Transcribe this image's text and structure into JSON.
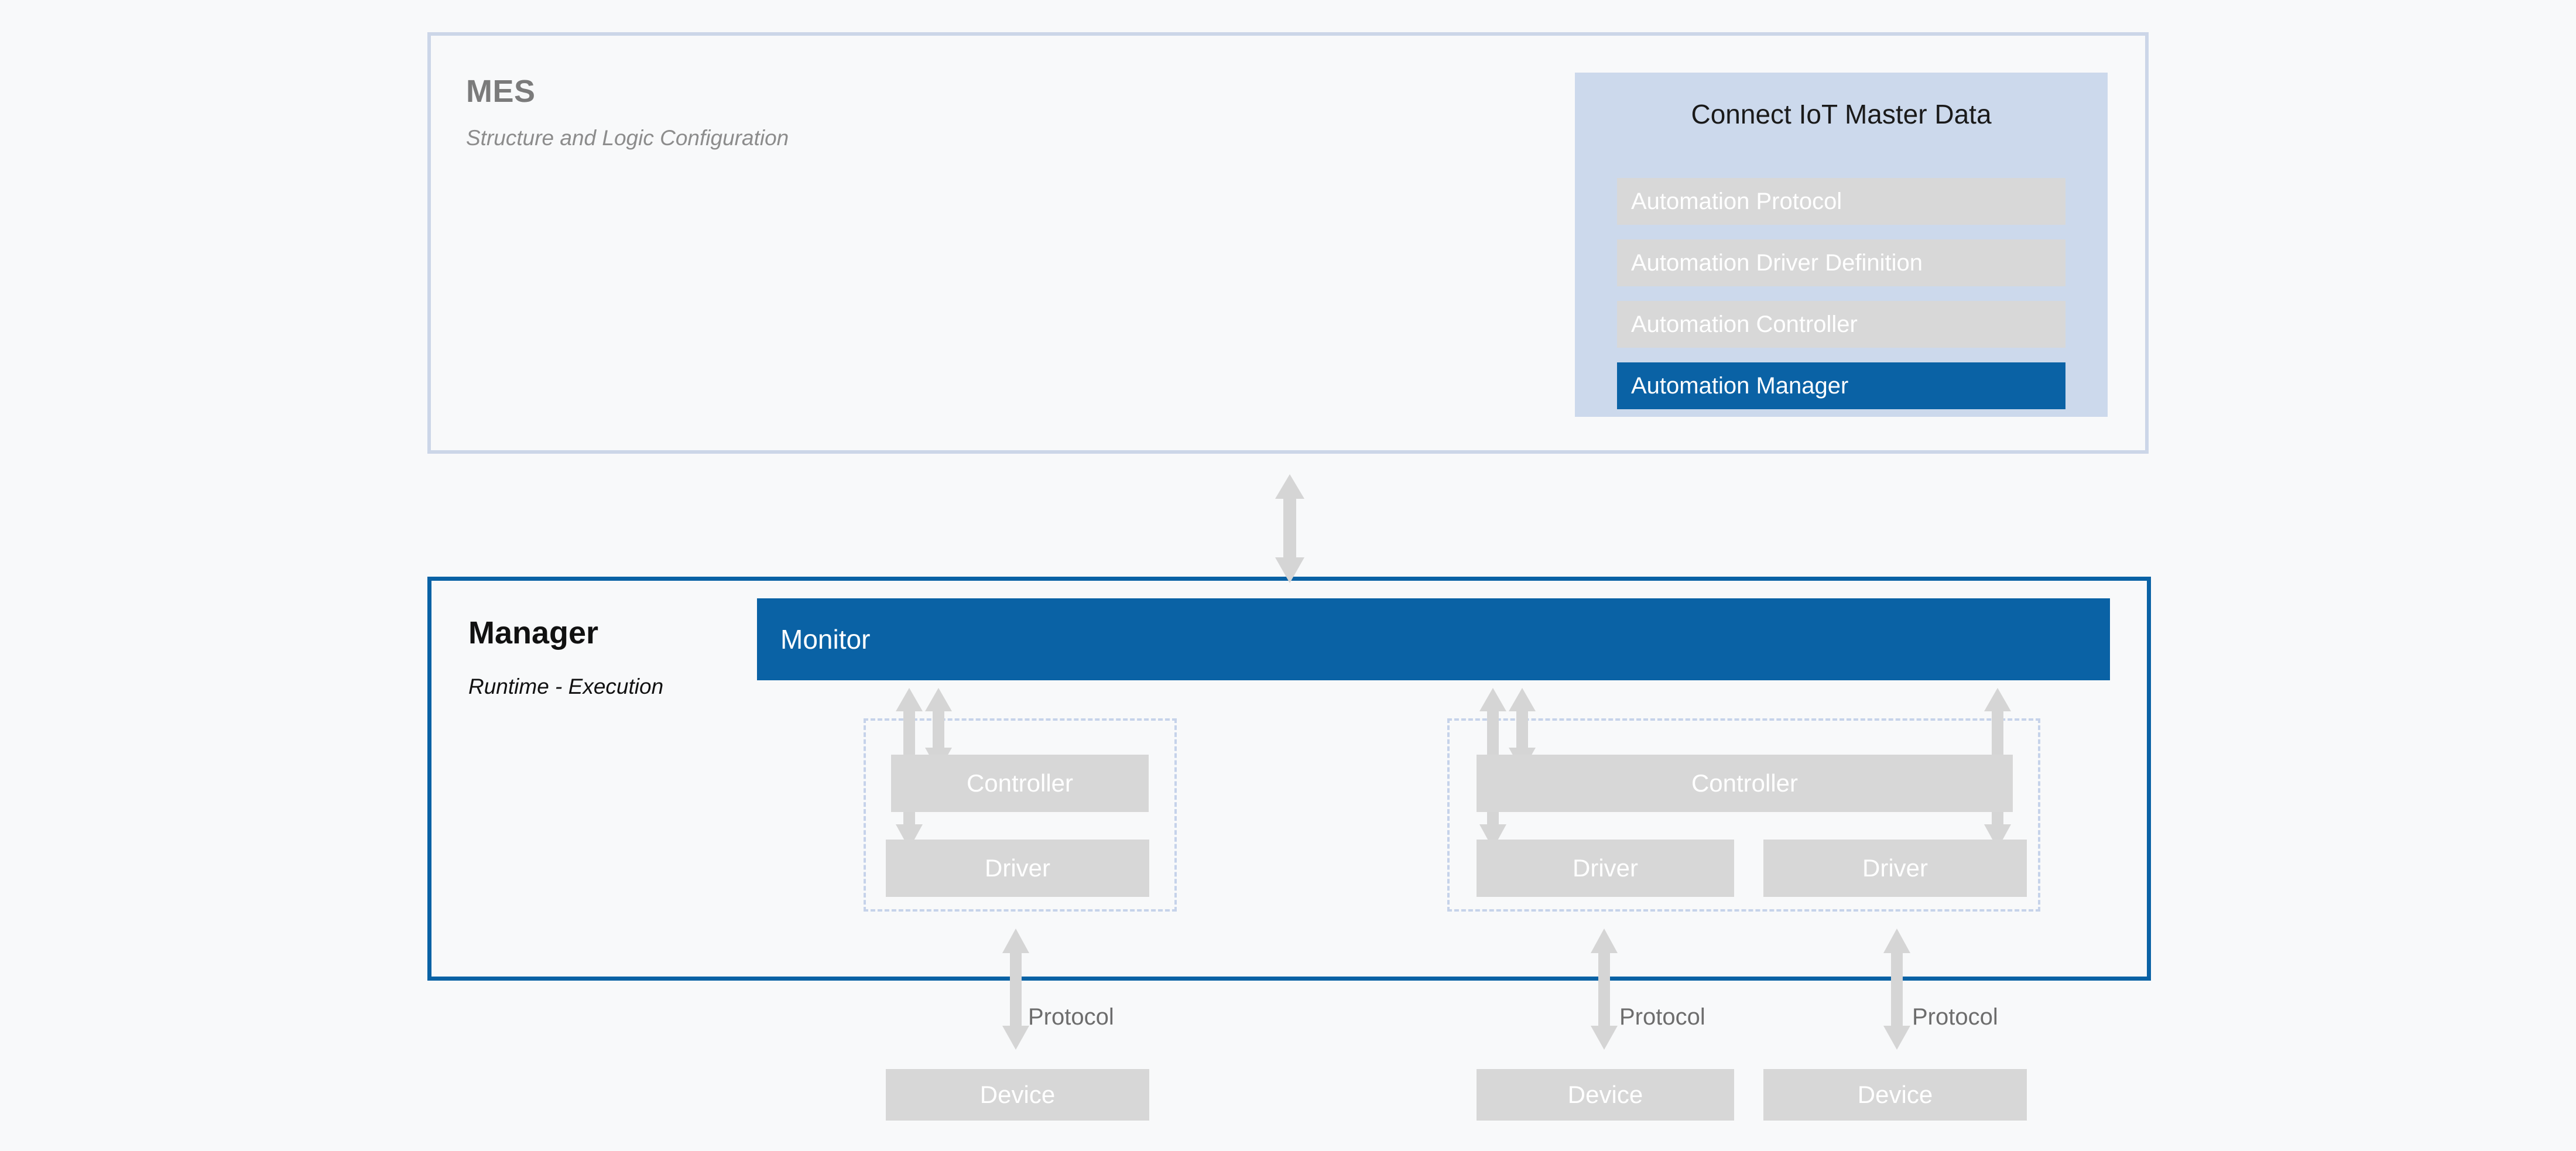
{
  "mes": {
    "title": "MES",
    "subtitle": "Structure and Logic Configuration"
  },
  "connect_iot": {
    "title": "Connect IoT Master Data",
    "items": [
      {
        "label": "Automation Protocol",
        "state": "inactive"
      },
      {
        "label": "Automation Driver Definition",
        "state": "inactive"
      },
      {
        "label": "Automation Controller",
        "state": "inactive"
      },
      {
        "label": "Automation Manager",
        "state": "active"
      }
    ]
  },
  "manager": {
    "title": "Manager",
    "subtitle": "Runtime - Execution",
    "monitor_label": "Monitor",
    "groups": [
      {
        "controller_label": "Controller",
        "drivers": [
          "Driver"
        ]
      },
      {
        "controller_label": "Controller",
        "drivers": [
          "Driver",
          "Driver"
        ]
      }
    ]
  },
  "protocol_links": [
    {
      "label": "Protocol"
    },
    {
      "label": "Protocol"
    },
    {
      "label": "Protocol"
    }
  ],
  "devices": [
    {
      "label": "Device"
    },
    {
      "label": "Device"
    },
    {
      "label": "Device"
    }
  ],
  "colors": {
    "background": "#f8f9fa",
    "accent_blue": "#0a62a5",
    "mes_border": "#ccd6e8",
    "panel_blue": "#ccd9ec",
    "block_grey": "#d7d7d7",
    "arrow_grey": "#d5d5d5",
    "dashed_blue": "#c6d3ea",
    "muted_text": "#7b7b7b"
  }
}
